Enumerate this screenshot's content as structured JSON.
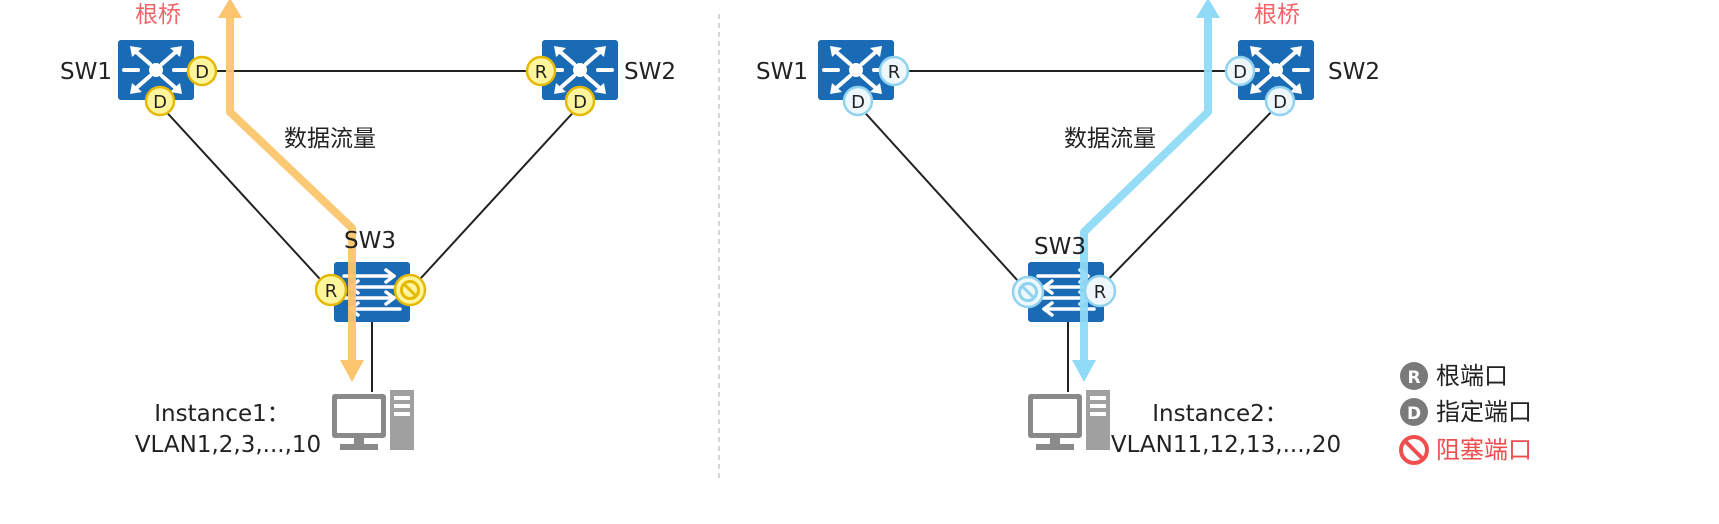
{
  "colors": {
    "switch_blue": "#1a6bb5",
    "left_port_fill": "#fff59d",
    "left_port_stroke": "#e6b800",
    "right_port_fill": "#eef7fc",
    "right_port_stroke": "#8fd3ef",
    "left_flow": "#fbc56d",
    "right_flow": "#8fdaf6",
    "root_text": "#f0646a",
    "legend_icon": "#7a7a7a",
    "blocked": "#ef4e4e"
  },
  "left": {
    "root_bridge": "根桥",
    "sw1": "SW1",
    "sw2": "SW2",
    "sw3": "SW3",
    "flow_label": "数据流量",
    "instance_line1": "Instance1：",
    "instance_line2": "VLAN1,2,3,...,10",
    "ports": {
      "sw1_right": "D",
      "sw1_bottom": "D",
      "sw2_left": "R",
      "sw2_bottom": "D",
      "sw3_left": "R"
    }
  },
  "right": {
    "root_bridge": "根桥",
    "sw1": "SW1",
    "sw2": "SW2",
    "sw3": "SW3",
    "flow_label": "数据流量",
    "instance_line1": "Instance2：",
    "instance_line2": "VLAN11,12,13,...,20",
    "ports": {
      "sw1_right": "R",
      "sw1_bottom": "D",
      "sw2_left": "D",
      "sw2_bottom": "D",
      "sw3_right": "R"
    }
  },
  "legend": {
    "root_port_letter": "R",
    "root_port": "根端口",
    "designated_port_letter": "D",
    "designated_port": "指定端口",
    "blocked_port": "阻塞端口"
  }
}
